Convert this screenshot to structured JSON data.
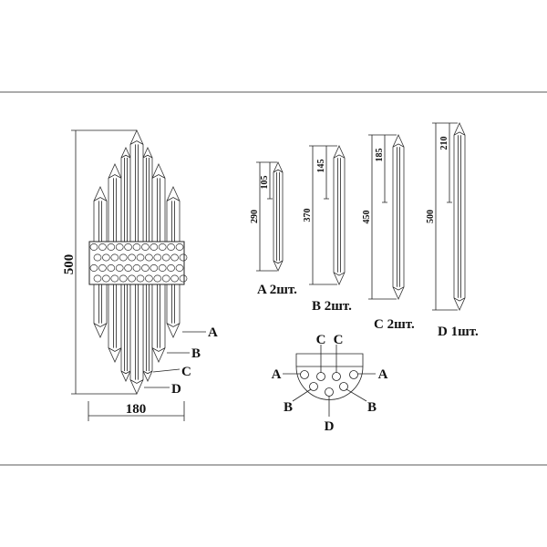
{
  "main_view": {
    "height_dim": "500",
    "width_dim": "180",
    "leaders": {
      "a": "A",
      "b": "B",
      "c": "C",
      "d": "D"
    }
  },
  "parts": [
    {
      "total": "290",
      "inner": "105",
      "label": "A 2шт."
    },
    {
      "total": "370",
      "inner": "145",
      "label": "B 2шт."
    },
    {
      "total": "450",
      "inner": "185",
      "label": "C 2шт."
    },
    {
      "total": "500",
      "inner": "210",
      "label": "D 1шт."
    }
  ],
  "layout_scheme": {
    "labels": {
      "c1": "C",
      "c2": "C",
      "a1": "A",
      "a2": "A",
      "b1": "B",
      "b2": "B",
      "d": "D"
    }
  }
}
